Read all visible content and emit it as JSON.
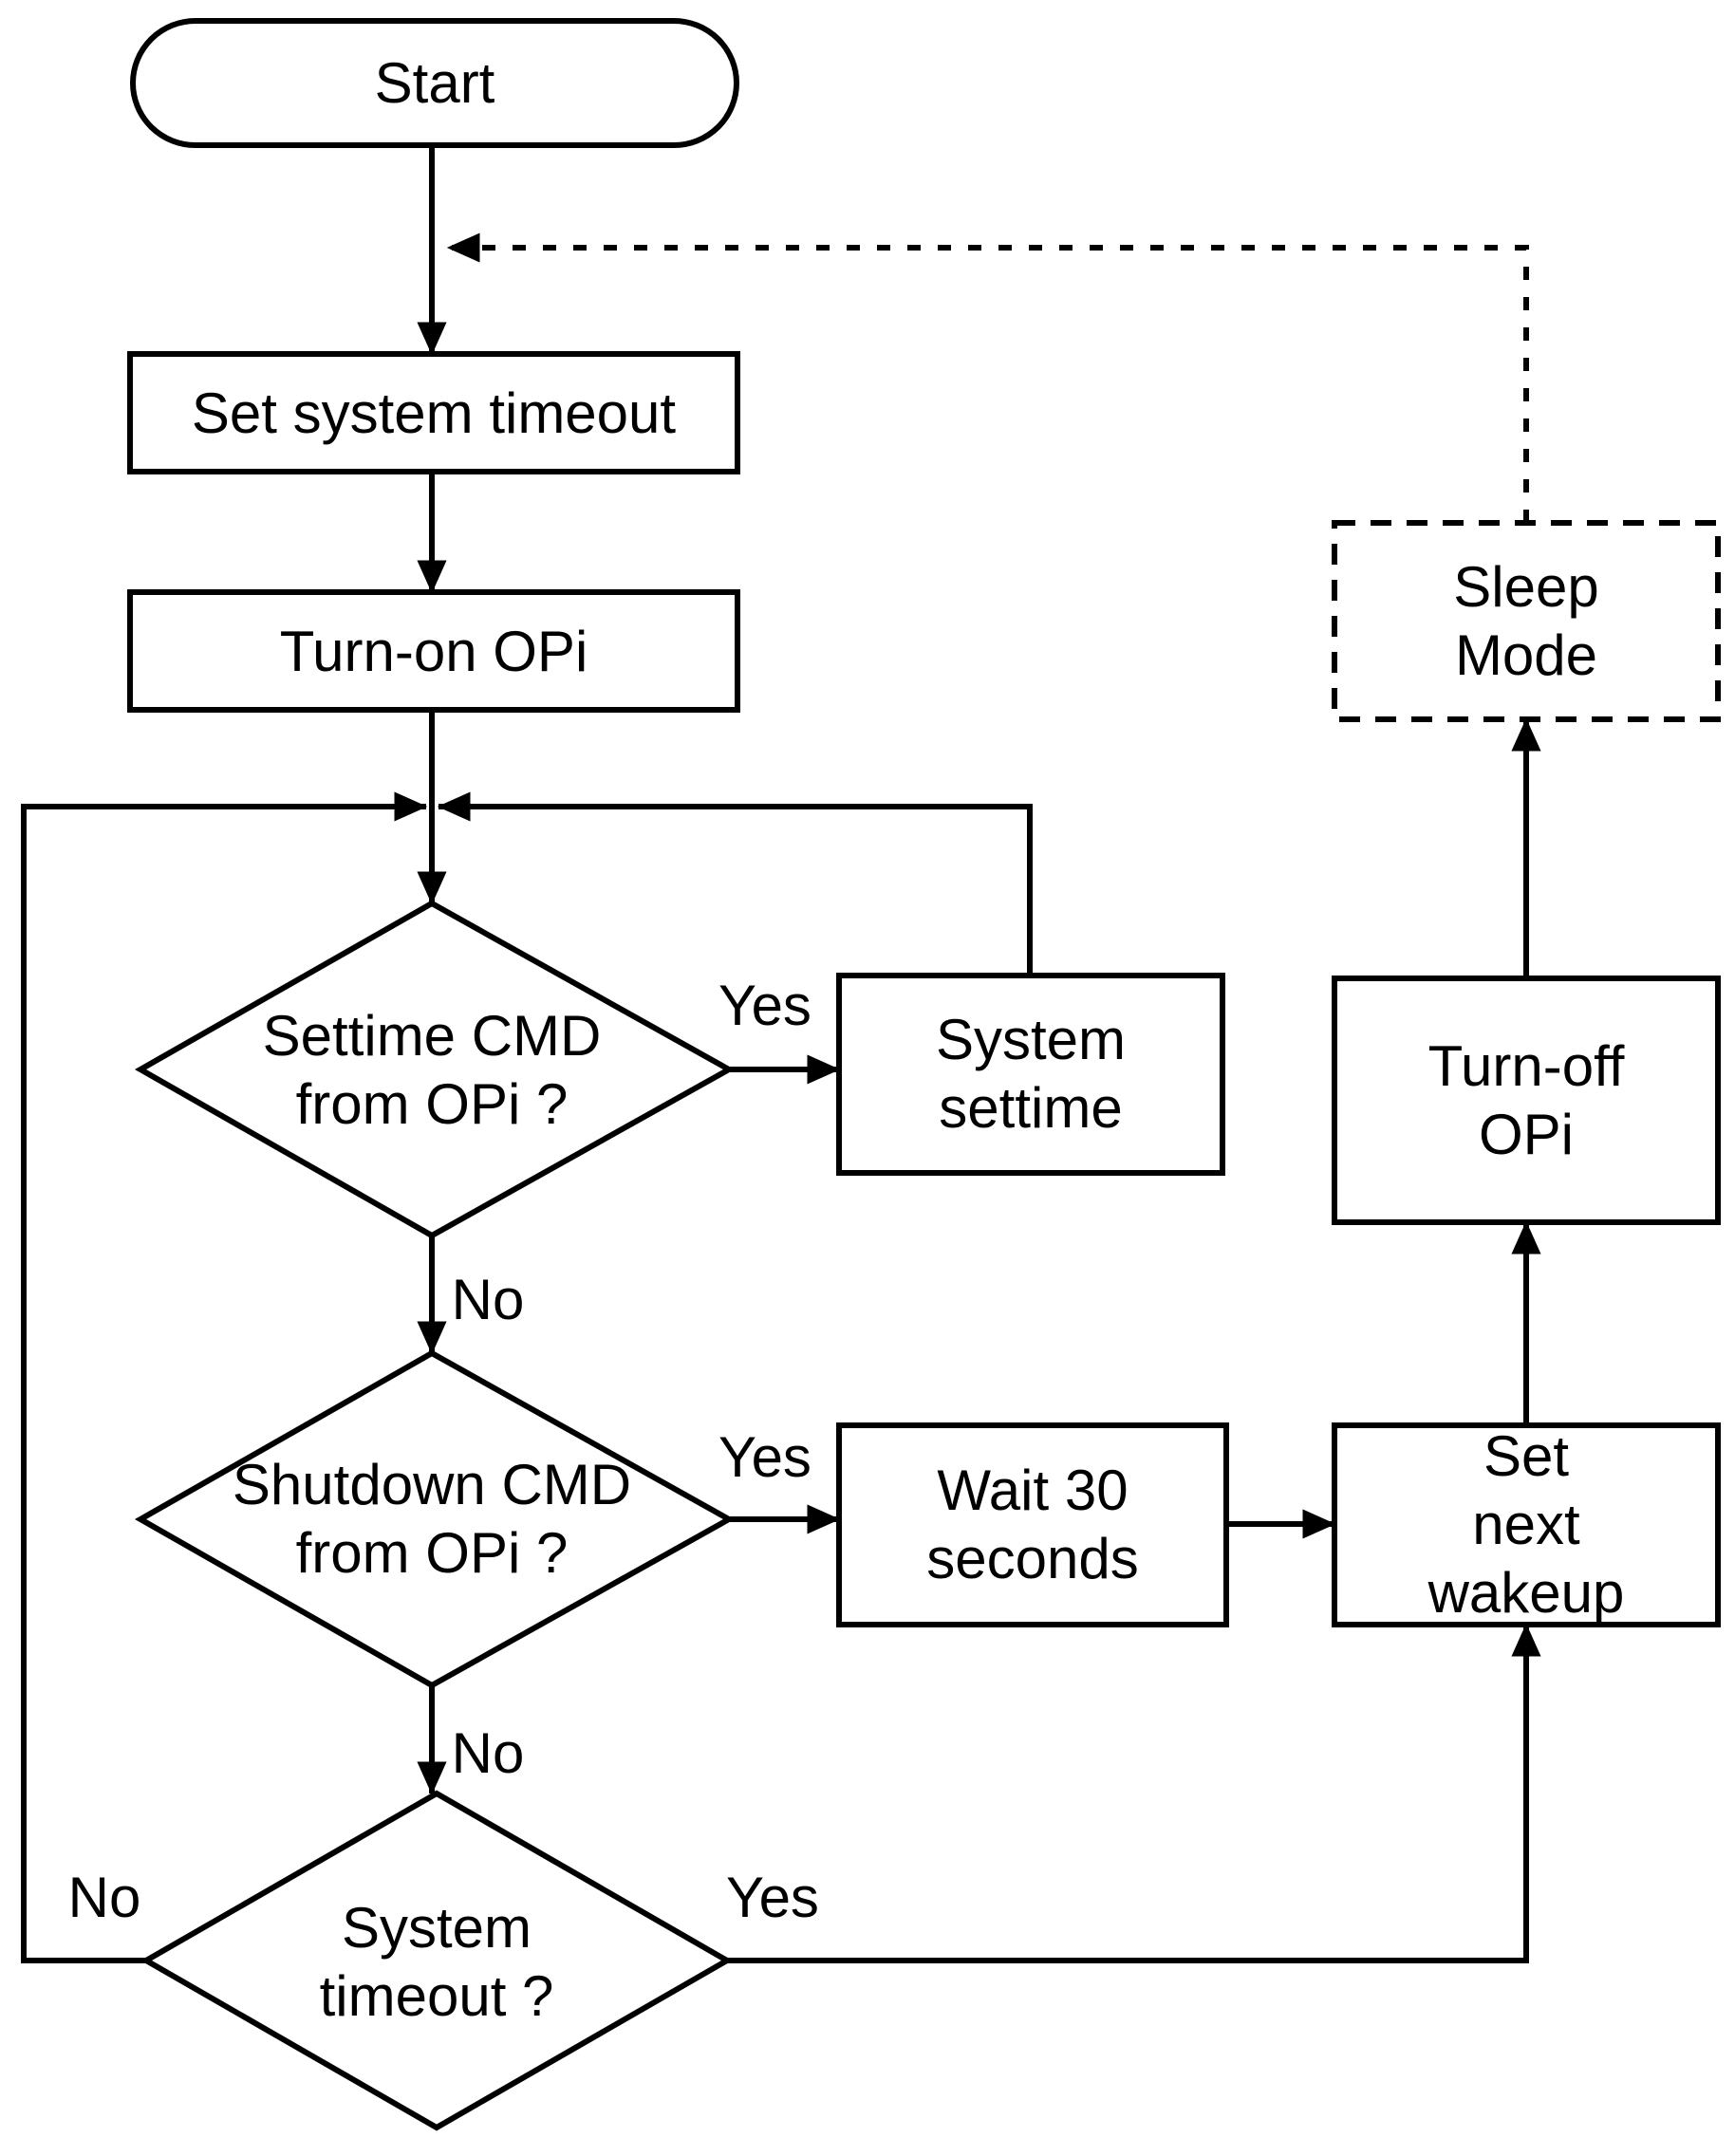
{
  "colors": {
    "stroke": "#000000",
    "background": "#ffffff"
  },
  "nodes": {
    "start": {
      "label": "Start",
      "shape": "terminator"
    },
    "set_system_timeout": {
      "label": "Set system timeout",
      "shape": "process"
    },
    "turn_on_opi": {
      "label": "Turn-on OPi",
      "shape": "process"
    },
    "settime_cmd_decision": {
      "label": "Settime CMD\nfrom OPi ?",
      "shape": "decision"
    },
    "system_settime": {
      "label": "System\nsettime",
      "shape": "process"
    },
    "shutdown_cmd_decision": {
      "label": "Shutdown CMD\nfrom OPi ?",
      "shape": "decision"
    },
    "wait_30_seconds": {
      "label": "Wait 30\nseconds",
      "shape": "process"
    },
    "set_next_wakeup": {
      "label": "Set next\nwakeup",
      "shape": "process"
    },
    "turn_off_opi": {
      "label": "Turn-off\nOPi",
      "shape": "process"
    },
    "sleep_mode": {
      "label": "Sleep\nMode",
      "shape": "process-dashed"
    },
    "system_timeout_decision": {
      "label": "System\ntimeout ?",
      "shape": "decision"
    }
  },
  "edge_labels": {
    "settime_yes": "Yes",
    "settime_no": "No",
    "shutdown_yes": "Yes",
    "shutdown_no": "No",
    "timeout_yes": "Yes",
    "timeout_no": "No"
  }
}
